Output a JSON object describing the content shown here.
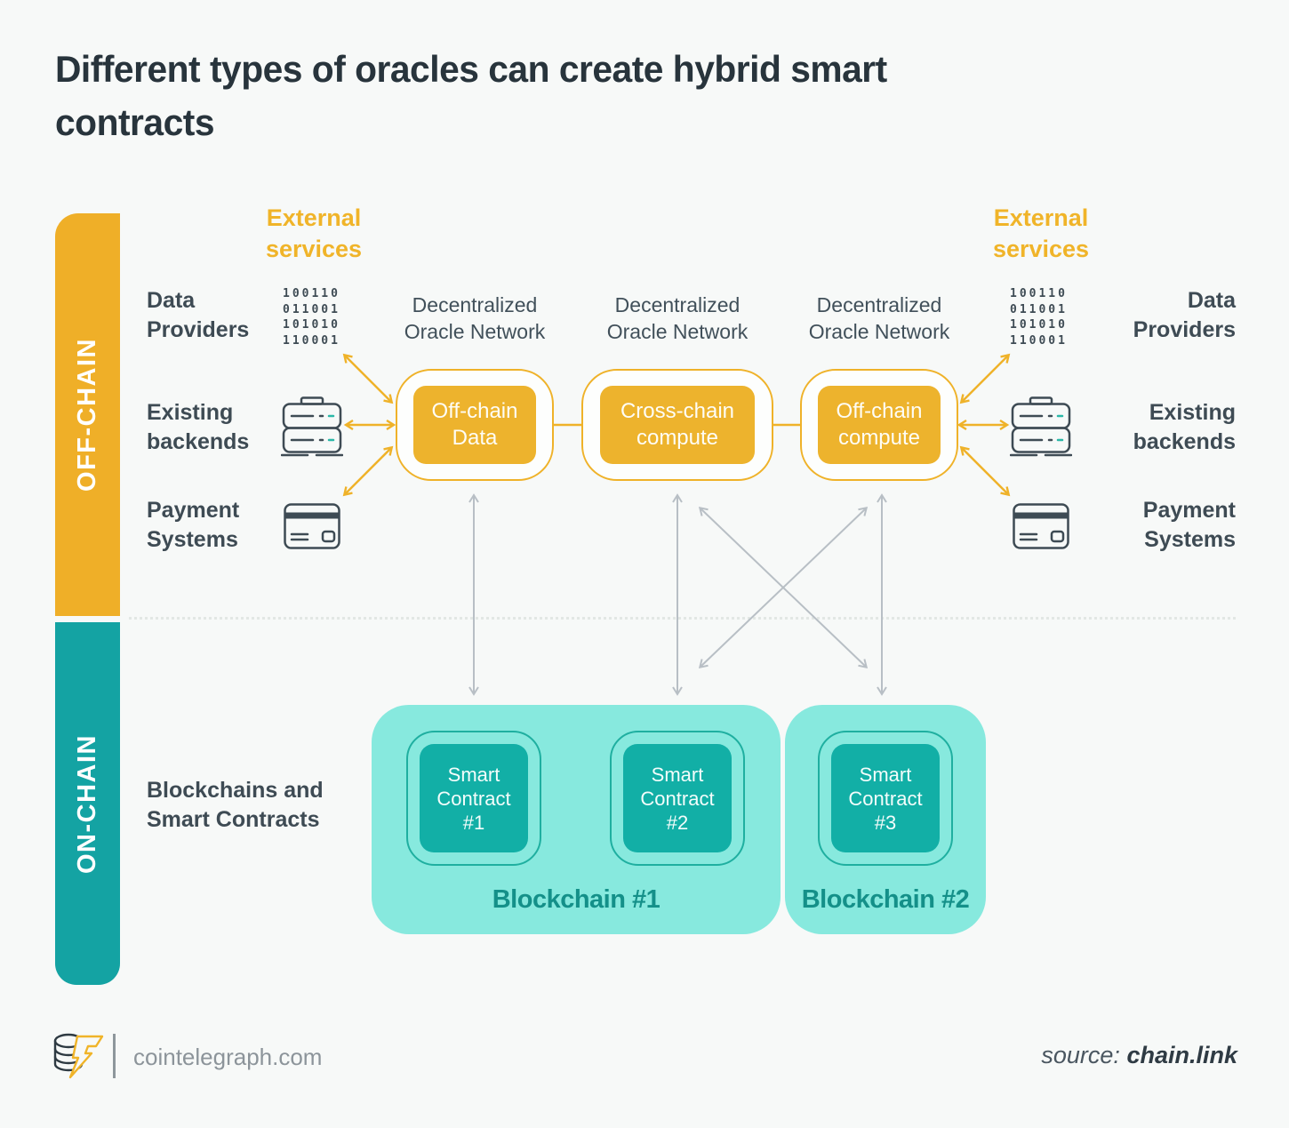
{
  "title": "Different types of oracles can create hybrid smart contracts",
  "rail": {
    "off": "OFF-CHAIN",
    "on": "ON-CHAIN"
  },
  "external_services_left": "External services",
  "external_services_right": "External services",
  "side_labels": [
    "Data Providers",
    "Existing backends",
    "Payment Systems"
  ],
  "binary_rows": [
    "100110",
    "011001",
    "101010",
    "110001"
  ],
  "oracles": [
    {
      "network": "Decentralized Oracle Network",
      "label": "Off-chain Data"
    },
    {
      "network": "Decentralized Oracle Network",
      "label": "Cross-chain compute"
    },
    {
      "network": "Decentralized Oracle Network",
      "label": "Off-chain compute"
    }
  ],
  "blockchains": [
    {
      "label": "Blockchain #1",
      "contracts": [
        "Smart Contract #1",
        "Smart Contract #2"
      ]
    },
    {
      "label": "Blockchain #2",
      "contracts": [
        "Smart Contract #3"
      ]
    }
  ],
  "on_chain_section_label": "Blockchains and Smart Contracts",
  "footer": {
    "site": "cointelegraph.com",
    "source_prefix": "source:",
    "source_name": "chain.link"
  },
  "colors": {
    "amber": "#EFB229",
    "amber_fill": "#EDB32D",
    "teal_rail": "#14A3A3",
    "teal_container": "#87E9DE",
    "teal_contract_fill": "#12AFA6",
    "teal_outline": "#1FAFA0",
    "teal_label": "#149089",
    "slate_text": "#3E4B54",
    "title_text": "#28343C",
    "arrow_gray": "#B8BFC5",
    "background": "#F7F9F8"
  }
}
